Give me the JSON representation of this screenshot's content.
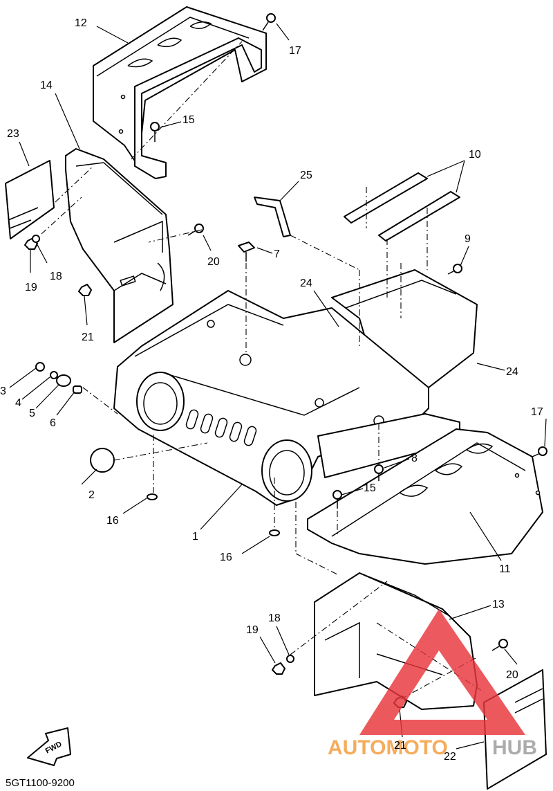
{
  "diagram": {
    "code": "5GT1100-9200",
    "fwd_label": "FWD"
  },
  "callouts": [
    {
      "id": "c12a",
      "text": "12"
    },
    {
      "id": "c17a",
      "text": "17"
    },
    {
      "id": "c14",
      "text": "14"
    },
    {
      "id": "c23",
      "text": "23"
    },
    {
      "id": "c15a",
      "text": "15"
    },
    {
      "id": "c25",
      "text": "25"
    },
    {
      "id": "c10",
      "text": "10"
    },
    {
      "id": "c20a",
      "text": "20"
    },
    {
      "id": "c7",
      "text": "7"
    },
    {
      "id": "c9",
      "text": "9"
    },
    {
      "id": "c19a",
      "text": "19"
    },
    {
      "id": "c18a",
      "text": "18"
    },
    {
      "id": "c24a",
      "text": "24"
    },
    {
      "id": "c21a",
      "text": "21"
    },
    {
      "id": "c24b",
      "text": "24"
    },
    {
      "id": "c3",
      "text": "3"
    },
    {
      "id": "c4",
      "text": "4"
    },
    {
      "id": "c5",
      "text": "5"
    },
    {
      "id": "c6",
      "text": "6"
    },
    {
      "id": "c17b",
      "text": "17"
    },
    {
      "id": "c8",
      "text": "8"
    },
    {
      "id": "c2",
      "text": "2"
    },
    {
      "id": "c15b",
      "text": "15"
    },
    {
      "id": "c16a",
      "text": "16"
    },
    {
      "id": "c1",
      "text": "1"
    },
    {
      "id": "c16b",
      "text": "16"
    },
    {
      "id": "c11",
      "text": "11"
    },
    {
      "id": "c13",
      "text": "13"
    },
    {
      "id": "c19b",
      "text": "19"
    },
    {
      "id": "c18b",
      "text": "18"
    },
    {
      "id": "c20b",
      "text": "20"
    },
    {
      "id": "c21b",
      "text": "21"
    },
    {
      "id": "c22",
      "text": "22"
    }
  ],
  "watermark": {
    "brand_part1": "AUTOMOTO",
    "brand_part2": "HUB",
    "color_primary": "#f39a3a",
    "color_secondary": "#9a9a9a",
    "logo_color": "#e8353a"
  }
}
